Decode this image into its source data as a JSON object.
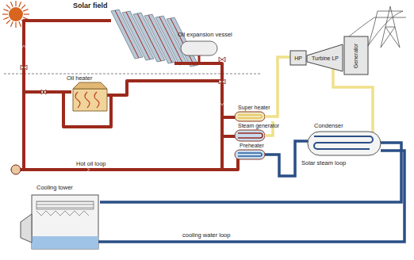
{
  "diagram": {
    "nodes": [
      {
        "text": [
          "HP"
        ]
      },
      {
        "text": [
          "Turbine LP"
        ]
      },
      {
        "text": [
          "Generator"
        ]
      }
    ],
    "labels": [
      "Solar field",
      "Oil expansion vessel",
      "Oil heater",
      "Hot oil loop",
      "Super heater",
      "Steam generator",
      "Preheater",
      "Condenser",
      "Solar steam loop",
      "Cooling tower",
      "cooling water loop"
    ]
  }
}
